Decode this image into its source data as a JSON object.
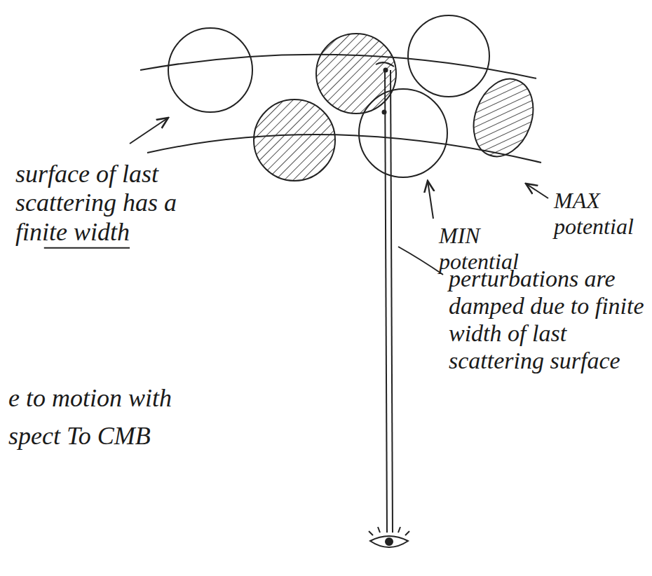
{
  "diagram": {
    "labels": [
      "surface of last scattering has a finite width",
      "MAX potential",
      "MIN potential",
      "perturbations are damped due to finite width of last scattering surface",
      "e to motion with",
      "spect To CMB"
    ]
  }
}
